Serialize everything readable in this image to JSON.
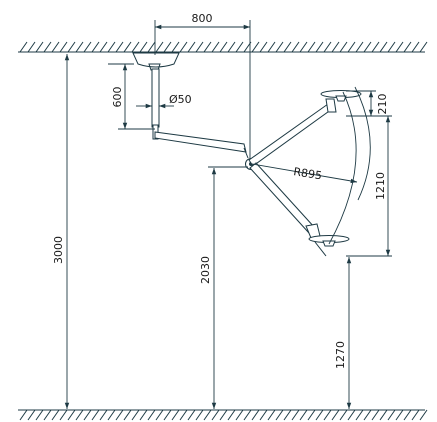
{
  "dimensions": {
    "arm_reach": "800",
    "drop_tube_height": "600",
    "tube_diameter": "Ø50",
    "top_light_offset": "210",
    "swing_radius": "R895",
    "vertical_travel": "1210",
    "ceiling_height": "3000",
    "joint_height": "2030",
    "min_light_height": "1270"
  },
  "colors": {
    "line": "#1e3a44",
    "text": "#1a1a1a",
    "background": "#ffffff"
  }
}
